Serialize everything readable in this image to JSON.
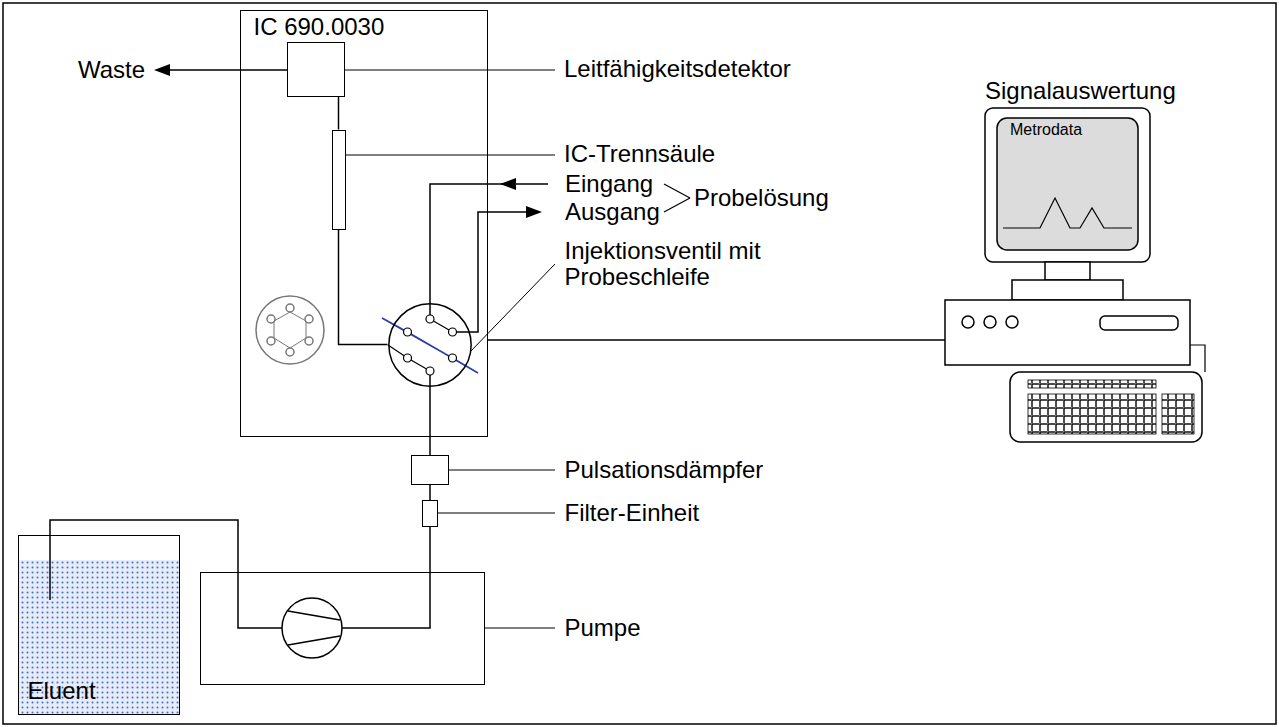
{
  "diagram": {
    "nodes": [
      {
        "text": [
          "IC 690.0030"
        ]
      },
      {
        "text": [
          "Leitfähigkeitsdetektor"
        ],
        "in": 0
      },
      {
        "text": [
          "IC-Trennsäule"
        ],
        "in": 0
      },
      {
        "text": [
          "Injektionsventil mit Probeschleife"
        ],
        "in": 0
      },
      {
        "text": [
          "Pulsationsdämpfer"
        ]
      },
      {
        "text": [
          "Filter-Einheit"
        ]
      },
      {
        "text": [
          "Pumpe"
        ]
      },
      {
        "text": [
          "Eluent"
        ]
      },
      {
        "text": [
          "Signalauswertung",
          "Metrodata"
        ]
      }
    ],
    "edges": [
      {
        "from": 7,
        "to": 6,
        "arrow": "none"
      },
      {
        "from": 6,
        "to": 5,
        "arrow": "none"
      },
      {
        "from": 5,
        "to": 4,
        "arrow": "none"
      },
      {
        "from": 4,
        "to": 3,
        "arrow": "none"
      },
      {
        "from": 3,
        "to": 2,
        "arrow": "none"
      },
      {
        "from": 2,
        "to": 1,
        "arrow": "none"
      },
      {
        "from": 0,
        "to": 8,
        "arrow": "none"
      }
    ],
    "labels": [
      "Waste",
      "Eingang",
      "Ausgang",
      "Probelösung"
    ]
  }
}
